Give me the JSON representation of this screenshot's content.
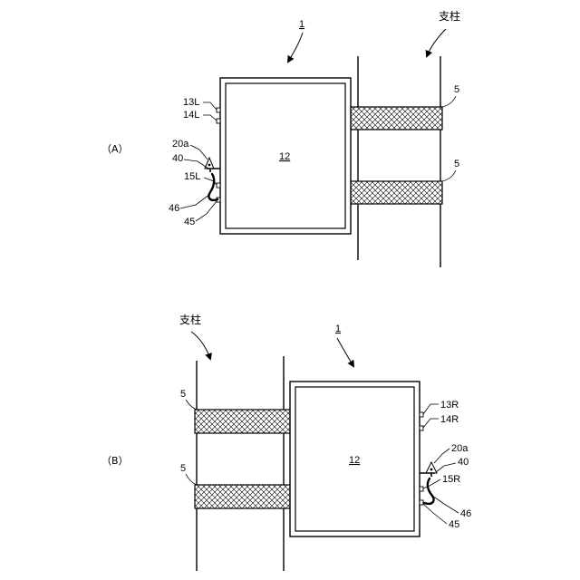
{
  "figure_a": {
    "fig_label": "（A）",
    "pole_label": "支柱",
    "ref_device": "1",
    "ref_box": "12",
    "ref_bracket_top": "5",
    "ref_bracket_bottom": "5",
    "ref_13": "13L",
    "ref_14": "14L",
    "ref_20a": "20a",
    "ref_40": "40",
    "ref_15": "15L",
    "ref_46": "46",
    "ref_45": "45"
  },
  "figure_b": {
    "fig_label": "（B）",
    "pole_label": "支柱",
    "ref_device": "1",
    "ref_box": "12",
    "ref_bracket_top": "5",
    "ref_bracket_bottom": "5",
    "ref_13": "13R",
    "ref_14": "14R",
    "ref_20a": "20a",
    "ref_40": "40",
    "ref_15": "15R",
    "ref_46": "46",
    "ref_45": "45"
  }
}
